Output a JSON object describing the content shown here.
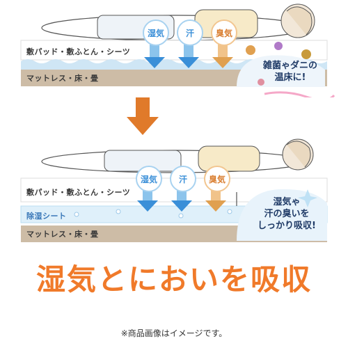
{
  "before": {
    "label_pad": "敷パッド・敷ふとん・シーツ",
    "label_floor": "マットレス・床・畳",
    "bubbles": [
      "湿気",
      "汗",
      "臭気"
    ],
    "bubble_colors": [
      "#3a8fd8",
      "#3a8fd8",
      "#d87a2a"
    ],
    "callout_lines": [
      "雑菌ゃダニの",
      "温床に!"
    ]
  },
  "after": {
    "label_pad": "敷パッド・敷ふとん・シーツ",
    "label_sheet": "除湿シート",
    "label_floor": "マットレス・床・畳",
    "bubbles": [
      "湿気",
      "汗",
      "臭気"
    ],
    "bubble_colors": [
      "#3a8fd8",
      "#3a8fd8",
      "#d87a2a"
    ],
    "callout_lines": [
      "湿気ゃ",
      "汗の臭いを",
      "しっかり吸収!"
    ]
  },
  "headline": "湿気とにおいを吸収",
  "caption": "※商品画像はイメージです。",
  "colors": {
    "accent": "#f07a2a",
    "arrow_blue": "#3a8fd8",
    "arrow_orange": "#e0a050",
    "down_arrow": "#e07a2a"
  }
}
